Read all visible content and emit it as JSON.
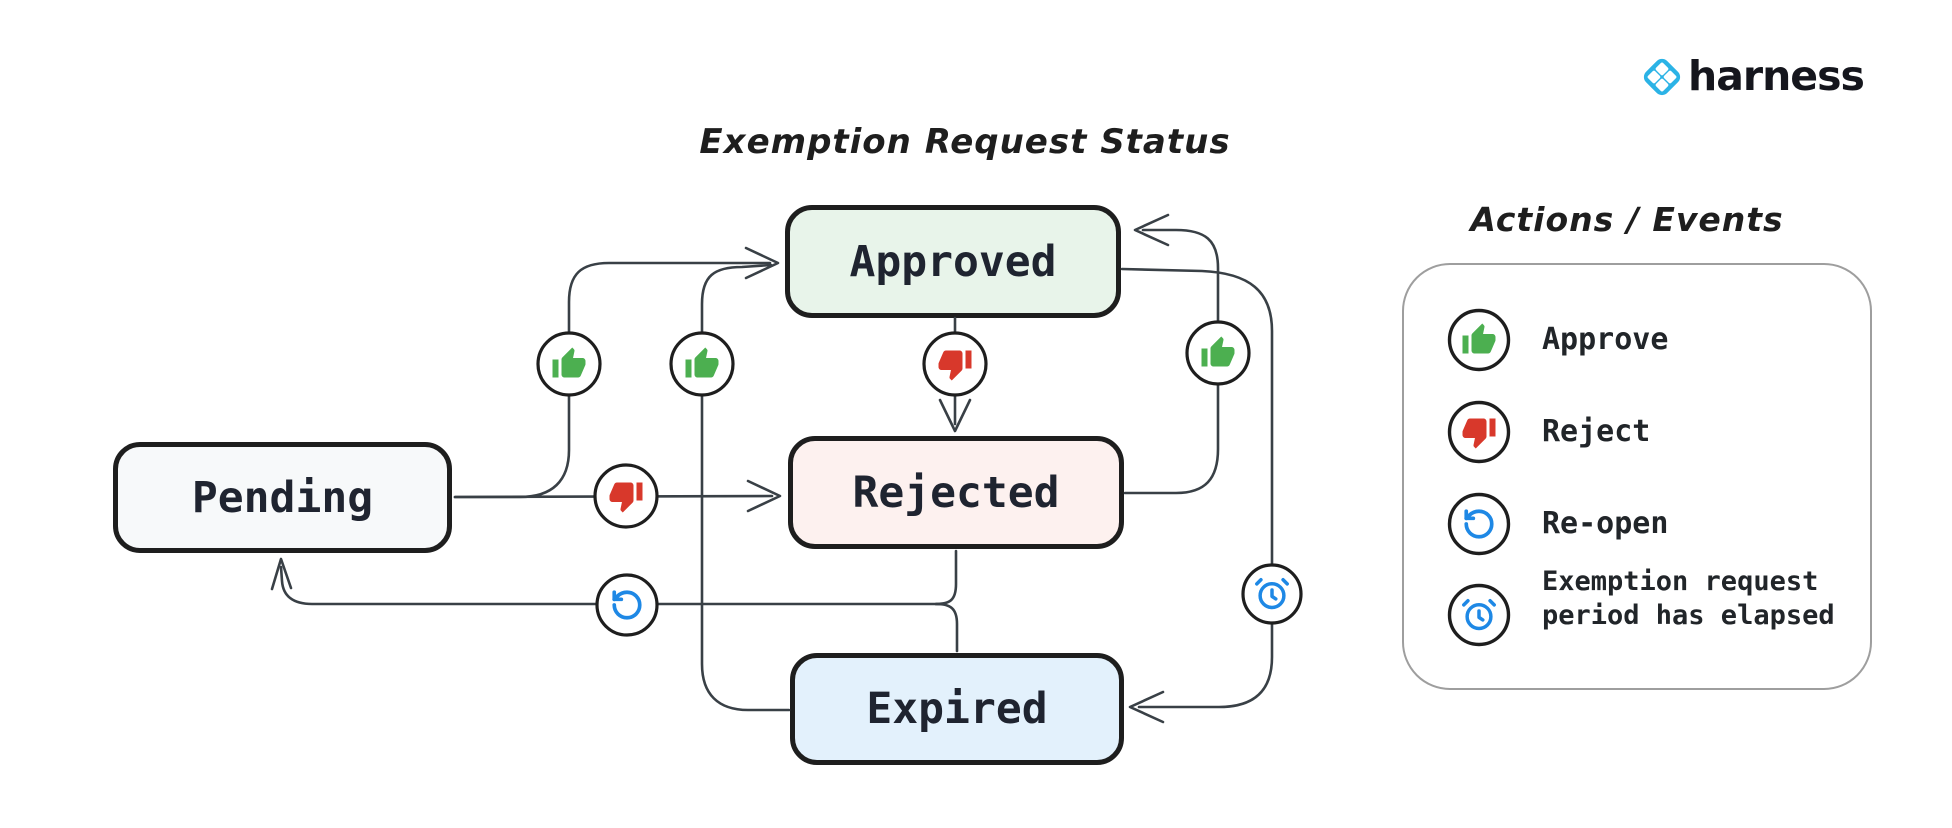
{
  "page": {
    "background": "#ffffff"
  },
  "brand": {
    "wordmark": "harness",
    "mark_color": "#2bb3e6",
    "wordmark_color": "#15161d"
  },
  "diagram": {
    "title": "Exemption Request Status",
    "states": {
      "pending": {
        "label": "Pending",
        "fill": "#f7f9fa"
      },
      "approved": {
        "label": "Approved",
        "fill": "#e8f4ea"
      },
      "rejected": {
        "label": "Rejected",
        "fill": "#fdf1ef"
      },
      "expired": {
        "label": "Expired",
        "fill": "#e3f1fc"
      }
    },
    "transitions": [
      {
        "from": "Pending",
        "to": "Approved",
        "action": "Approve",
        "icon": "thumbs-up-icon"
      },
      {
        "from": "Pending",
        "to": "Rejected",
        "action": "Reject",
        "icon": "thumbs-down-icon"
      },
      {
        "from": "Approved",
        "to": "Rejected",
        "action": "Reject",
        "icon": "thumbs-down-icon"
      },
      {
        "from": "Rejected",
        "to": "Approved",
        "action": "Approve",
        "icon": "thumbs-up-icon"
      },
      {
        "from": "Expired",
        "to": "Approved",
        "action": "Approve",
        "icon": "thumbs-up-icon"
      },
      {
        "from": "Approved",
        "to": "Expired",
        "action": "Exemption request period has elapsed",
        "icon": "alarm-clock-icon"
      },
      {
        "from": "Rejected",
        "to": "Pending",
        "action": "Re-open",
        "icon": "rotate-ccw-icon"
      },
      {
        "from": "Expired",
        "to": "Pending",
        "action": "Re-open",
        "icon": "rotate-ccw-icon"
      }
    ]
  },
  "legend": {
    "title": "Actions / Events",
    "items": [
      {
        "icon": "thumbs-up-icon",
        "label": "Approve",
        "color": "#4caf50"
      },
      {
        "icon": "thumbs-down-icon",
        "label": "Reject",
        "color": "#d8382b"
      },
      {
        "icon": "rotate-ccw-icon",
        "label": "Re-open",
        "color": "#1e88e5"
      },
      {
        "icon": "alarm-clock-icon",
        "label": "Exemption request period has elapsed",
        "color": "#1e88e5"
      }
    ]
  },
  "colors": {
    "node_border": "#1e1e1e",
    "edge_stroke": "#394046",
    "state_text": "#1f2430",
    "legend_border": "#9e9e9e",
    "green": "#4caf50",
    "red": "#d8382b",
    "blue": "#1e88e5"
  }
}
